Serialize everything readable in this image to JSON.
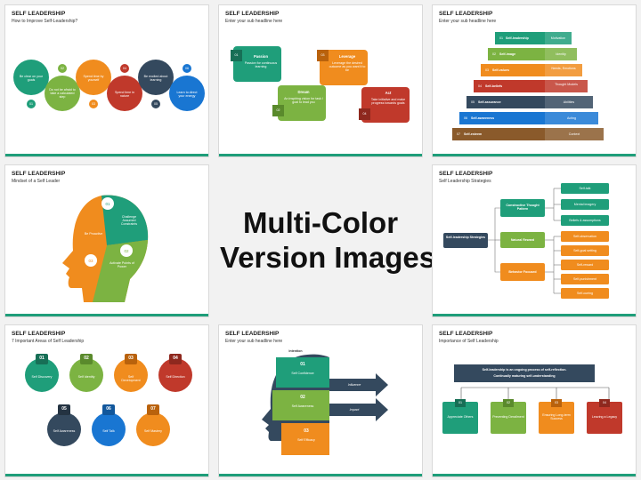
{
  "center_title": {
    "line1": "Multi-Color",
    "line2": "Version Images"
  },
  "colors": {
    "green": "#1f9e7a",
    "lime": "#7cb342",
    "orange": "#f08c1e",
    "red": "#c0392b",
    "navy": "#34495e",
    "blue": "#1976d2",
    "teal": "#26a69a"
  },
  "slide1": {
    "title": "SELF LEADERSHIP",
    "subtitle": "How to Improve Self-Leadership?",
    "items": [
      {
        "num": "01",
        "text": "Be clear on your goals"
      },
      {
        "num": "02",
        "text": "Do not be afraid to take a calculated step"
      },
      {
        "num": "03",
        "text": "Spend time by yourself"
      },
      {
        "num": "04",
        "text": "Spend time in nature"
      },
      {
        "num": "05",
        "text": "Be excited about learning"
      },
      {
        "num": "06",
        "text": "Learn to direct your energy"
      }
    ]
  },
  "slide2": {
    "title": "SELF LEADERSHIP",
    "subtitle": "Enter your sub headline here",
    "items": [
      {
        "num": "01",
        "head": "Passion",
        "text": "Passion for continuous learning"
      },
      {
        "num": "02",
        "head": "Dream",
        "text": "An inspiring vision for task / goal to lead you"
      },
      {
        "num": "03",
        "head": "Leverage",
        "text": "Leverage the desired outcome as you want it to be"
      },
      {
        "num": "04",
        "head": "Act",
        "text": "Take initiative and make progress towards goals"
      }
    ]
  },
  "slide3": {
    "title": "SELF LEADERSHIP",
    "subtitle": "Enter your sub headline here",
    "rows": [
      {
        "num": "01",
        "label": "Self-leadership",
        "note": "Motivation"
      },
      {
        "num": "02",
        "label": "Self-image",
        "note": "Identity"
      },
      {
        "num": "03",
        "label": "Self-values",
        "note": "Needs, Emotions"
      },
      {
        "num": "04",
        "label": "Self-beliefs",
        "note": "Thought Models"
      },
      {
        "num": "05",
        "label": "Self-assurance",
        "note": "Abilities"
      },
      {
        "num": "06",
        "label": "Self-awareness",
        "note": "Acting"
      },
      {
        "num": "07",
        "label": "Self-esteem",
        "note": "Context"
      }
    ]
  },
  "slide4": {
    "title": "SELF LEADERSHIP",
    "subtitle": "Mindset of a Self Leader",
    "items": [
      {
        "num": "01",
        "text": "Challenge Assumed Constraints"
      },
      {
        "num": "02",
        "text": "Activate Points of Power"
      },
      {
        "num": "03",
        "text": "Be Proactive"
      }
    ]
  },
  "slide5": {
    "title": "SELF LEADERSHIP",
    "subtitle": "Self Leadership Strategies",
    "root": "Self-leadership Strategies",
    "branches": [
      "Constructive Thought Pattern",
      "Natural Reward",
      "Behavior Focused"
    ],
    "leaves": [
      "Self-talk",
      "Mental imagery",
      "Beliefs & assumptions",
      "Self-observation",
      "Self-goal setting",
      "Self-reward",
      "Self-punishment",
      "Self-cueing"
    ]
  },
  "slide6": {
    "title": "SELF LEADERSHIP",
    "subtitle": "7 Important Areas of Self Leadership",
    "items": [
      {
        "num": "01",
        "text": "Self Discovery"
      },
      {
        "num": "02",
        "text": "Self Identity"
      },
      {
        "num": "03",
        "text": "Self Development"
      },
      {
        "num": "04",
        "text": "Self Direction"
      },
      {
        "num": "05",
        "text": "Self Awareness"
      },
      {
        "num": "06",
        "text": "Self Talk"
      },
      {
        "num": "07",
        "text": "Self Mastery"
      }
    ]
  },
  "slide7": {
    "title": "SELF LEADERSHIP",
    "subtitle": "Enter your sub headline here",
    "top_label": "Intention",
    "items": [
      {
        "num": "01",
        "text": "Self Confidence"
      },
      {
        "num": "02",
        "text": "Self Awareness"
      },
      {
        "num": "03",
        "text": "Self Efficacy"
      }
    ],
    "arrows": [
      "Influence",
      "Impact"
    ]
  },
  "slide8": {
    "title": "SELF LEADERSHIP",
    "subtitle": "Importance of Self Leadership",
    "banner_line1": "Self-leadership is an ongoing process of self-reflection.",
    "banner_line2": "Continually maturing self-understanding",
    "items": [
      {
        "num": "01",
        "text": "Appreciate Others"
      },
      {
        "num": "02",
        "text": "Preventing Derailment"
      },
      {
        "num": "03",
        "text": "Ensuring Long-term Success"
      },
      {
        "num": "04",
        "text": "Leaving a Legacy"
      }
    ]
  }
}
